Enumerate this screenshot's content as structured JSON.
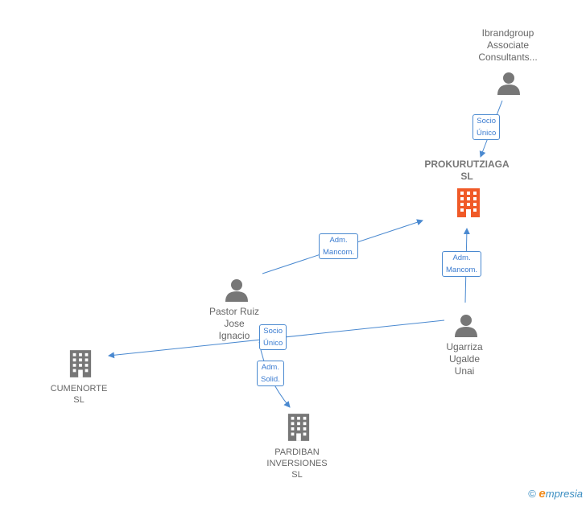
{
  "colors": {
    "edge": "#4a89d0",
    "person_icon": "#777777",
    "company_icon": "#777777",
    "main_company_icon": "#f05a28"
  },
  "nodes": {
    "ibrandgroup": {
      "lines": [
        "Ibrandgroup",
        "Associate",
        "Consultants..."
      ],
      "icon": "person-icon"
    },
    "prokurutziaga": {
      "lines": [
        "PROKURUTZIAGA",
        "SL"
      ],
      "icon": "building-icon"
    },
    "pastor": {
      "lines": [
        "Pastor Ruiz",
        "Jose",
        "Ignacio"
      ],
      "icon": "person-icon"
    },
    "ugarriza": {
      "lines": [
        "Ugarriza",
        "Ugalde",
        "Unai"
      ],
      "icon": "person-icon"
    },
    "cumenorte": {
      "lines": [
        "CUMENORTE",
        "SL"
      ],
      "icon": "building-icon"
    },
    "pardiban": {
      "lines": [
        "PARDIBAN",
        "INVERSIONES",
        "SL"
      ],
      "icon": "building-icon"
    }
  },
  "edges": [
    {
      "label": [
        "Socio",
        "Único"
      ]
    },
    {
      "label": [
        "Adm.",
        "Mancom."
      ]
    },
    {
      "label": [
        "Adm.",
        "Mancom."
      ]
    },
    {
      "label": [
        "Socio",
        "Único"
      ]
    },
    {
      "label": [
        "Adm.",
        "Solid."
      ]
    }
  ],
  "footer": {
    "copyright": "©",
    "brand_initial": "e",
    "brand_rest": "mpresia"
  }
}
